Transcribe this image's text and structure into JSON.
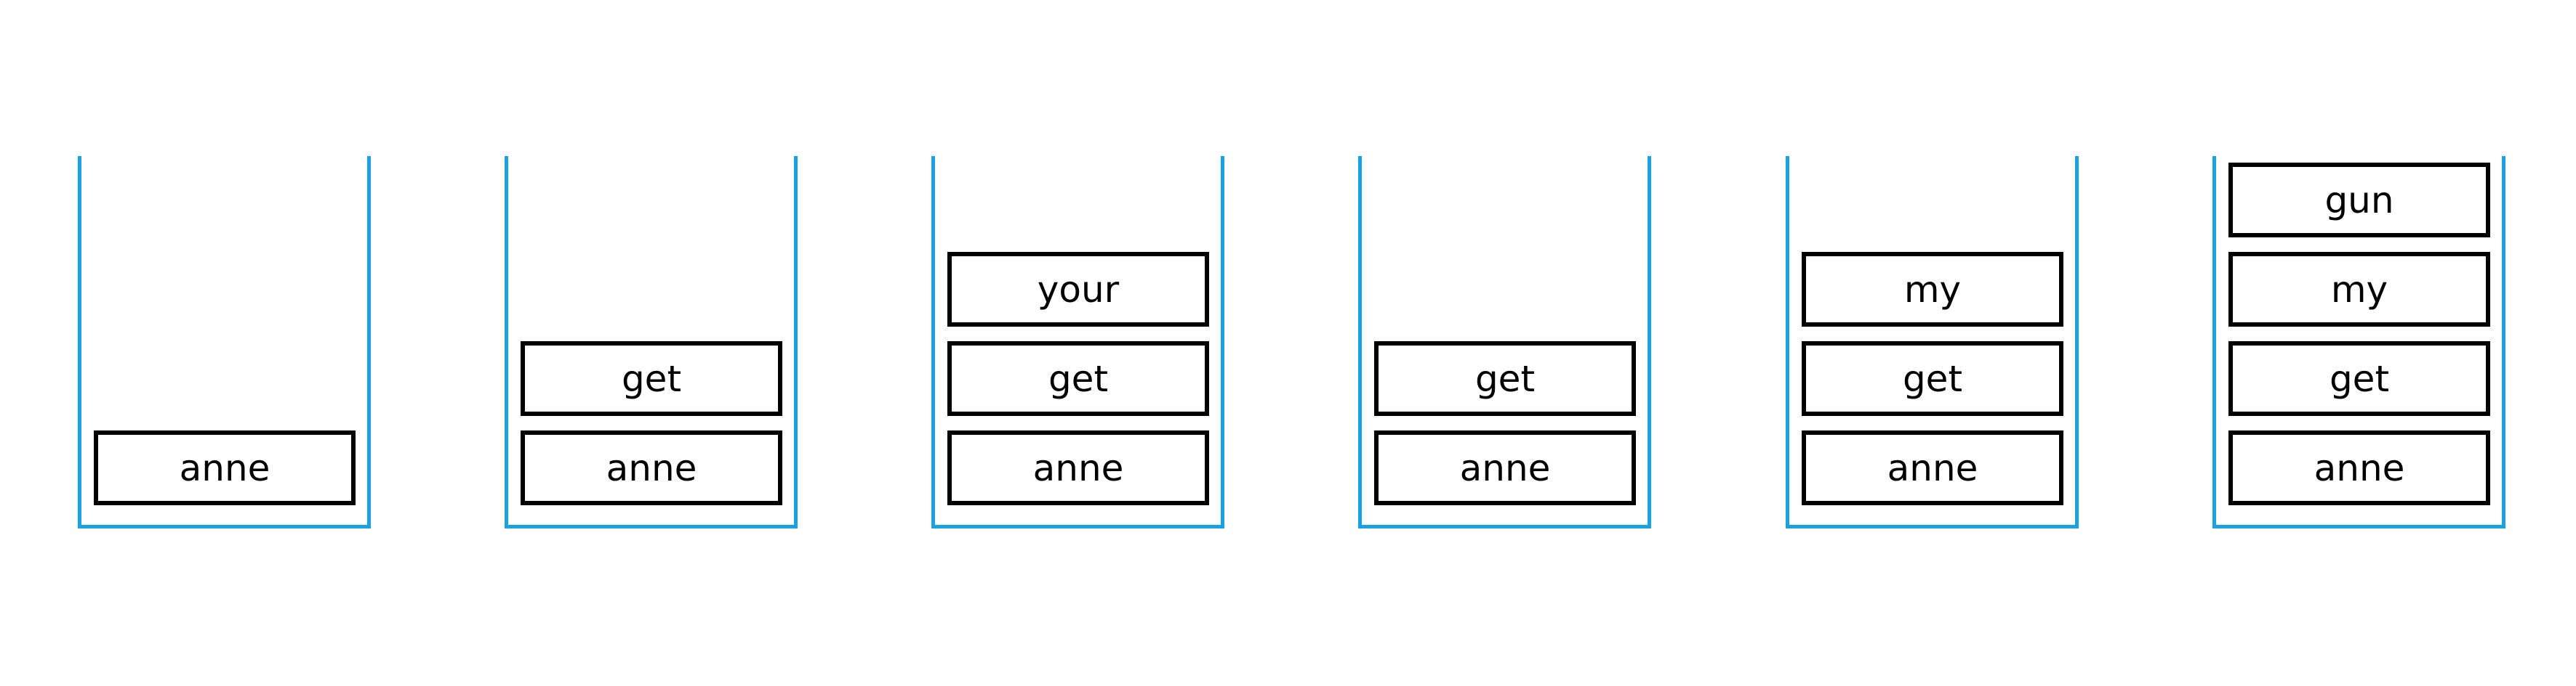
{
  "colors": {
    "stack_border": "#1ba1e2",
    "item_border": "#000000",
    "text": "#000000",
    "background": "#ffffff"
  },
  "stacks": [
    {
      "items": [
        "anne"
      ]
    },
    {
      "items": [
        "anne",
        "get"
      ]
    },
    {
      "items": [
        "anne",
        "get",
        "your"
      ]
    },
    {
      "items": [
        "anne",
        "get"
      ]
    },
    {
      "items": [
        "anne",
        "get",
        "my"
      ]
    },
    {
      "items": [
        "anne",
        "get",
        "my",
        "gun"
      ]
    }
  ]
}
